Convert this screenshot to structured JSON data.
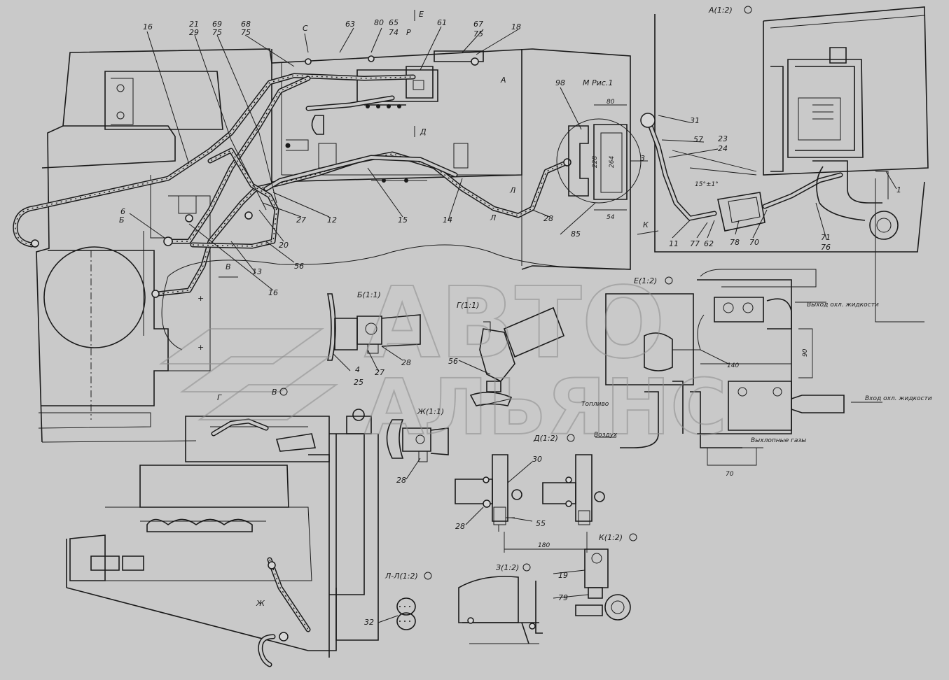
{
  "views": {
    "A": "А(1:2)",
    "B": "Б(1:1)",
    "V": "В",
    "G": "Г",
    "G11": "Г(1:1)",
    "D": "Д(1:2)",
    "E": "Е(1:2)",
    "Zh": "Ж(1:1)",
    "Zh_mark": "Ж",
    "Z": "З(1:2)",
    "K": "К(1:2)",
    "LL": "Л-Л(1:2)",
    "M": "М Рис.1"
  },
  "section_marks": {
    "A": "А",
    "B": "Б",
    "V": "В",
    "D": "Д",
    "E": "Е",
    "K": "К",
    "L1": "Л",
    "L2": "Л",
    "R": "Р",
    "S": "С",
    "Z": "3"
  },
  "labels": {
    "l16a": "16",
    "l21": "21",
    "l29": "29",
    "l69": "69",
    "l75a": "75",
    "l68": "68",
    "l75b": "75",
    "l63": "63",
    "l80": "80",
    "l65": "65",
    "l74": "74",
    "l61": "61",
    "l67": "67",
    "l75c": "75",
    "l18": "18",
    "l98": "98",
    "l31": "31",
    "l57": "57",
    "l23": "23",
    "l24": "24",
    "l1": "1",
    "l71": "71",
    "l76": "76",
    "l70": "70",
    "l78": "78",
    "l62": "62",
    "l77": "77",
    "l11": "11",
    "l85": "85",
    "l28a": "28",
    "l14": "14",
    "l15": "15",
    "l12": "12",
    "l27a": "27",
    "l20": "20",
    "l56a": "56",
    "l13": "13",
    "l16b": "16",
    "l6": "6",
    "l4": "4",
    "l25": "25",
    "l27b": "27",
    "l28b": "28",
    "l56b": "56",
    "l28c": "28",
    "l30": "30",
    "l28d": "28",
    "l55": "55",
    "l19": "19",
    "l79": "79",
    "l32": "32"
  },
  "dimensions": {
    "d80": "80",
    "d54": "54",
    "d228": "228",
    "d264": "264",
    "angle": "15°±1°",
    "d90": "90",
    "d140": "140",
    "d70": "70",
    "d180": "180"
  },
  "annotations": {
    "coolant_out": "Выход охл. жидкости",
    "coolant_in": "Вход охл. жидкости",
    "fuel": "Топливо",
    "air": "Воздух",
    "exhaust": "Выхлопные газы"
  },
  "watermark": {
    "top": "АВТО",
    "bottom": "АЛЬЯНС"
  },
  "colors": {
    "paper": "#c9c9c9",
    "ink": "#1a1a1a",
    "watermark": "#8c8c8c"
  }
}
